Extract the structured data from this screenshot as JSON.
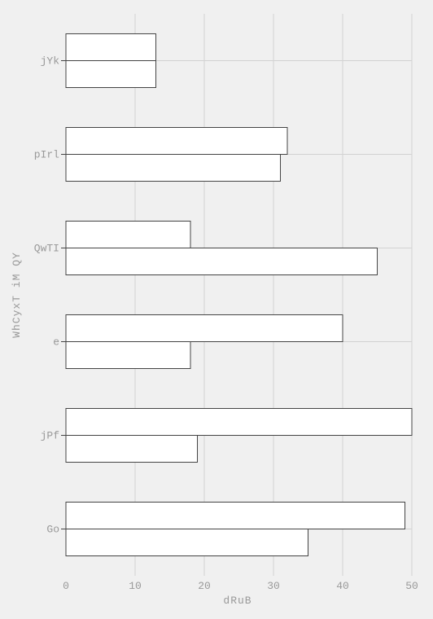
{
  "chart_data": {
    "type": "bar",
    "orientation": "horizontal",
    "categories": [
      "jYk",
      "pIrl",
      "QwTI",
      "e",
      "jPf",
      "Go"
    ],
    "series": [
      {
        "values": [
          13,
          32,
          18,
          40,
          50,
          49
        ]
      },
      {
        "values": [
          13,
          31,
          45,
          18,
          19,
          35
        ]
      }
    ],
    "xlabel": "dRuB",
    "ylabel": "WhCyxT iM QY",
    "xlim": [
      0,
      50
    ],
    "xticks": [
      0,
      10,
      20,
      30,
      40,
      50
    ],
    "grid": true,
    "colors": {
      "background": "#f0f0f0",
      "bar_fill": "#ffffff",
      "bar_stroke": "#444444",
      "grid": "#d2d2d2",
      "text": "#999999"
    }
  }
}
